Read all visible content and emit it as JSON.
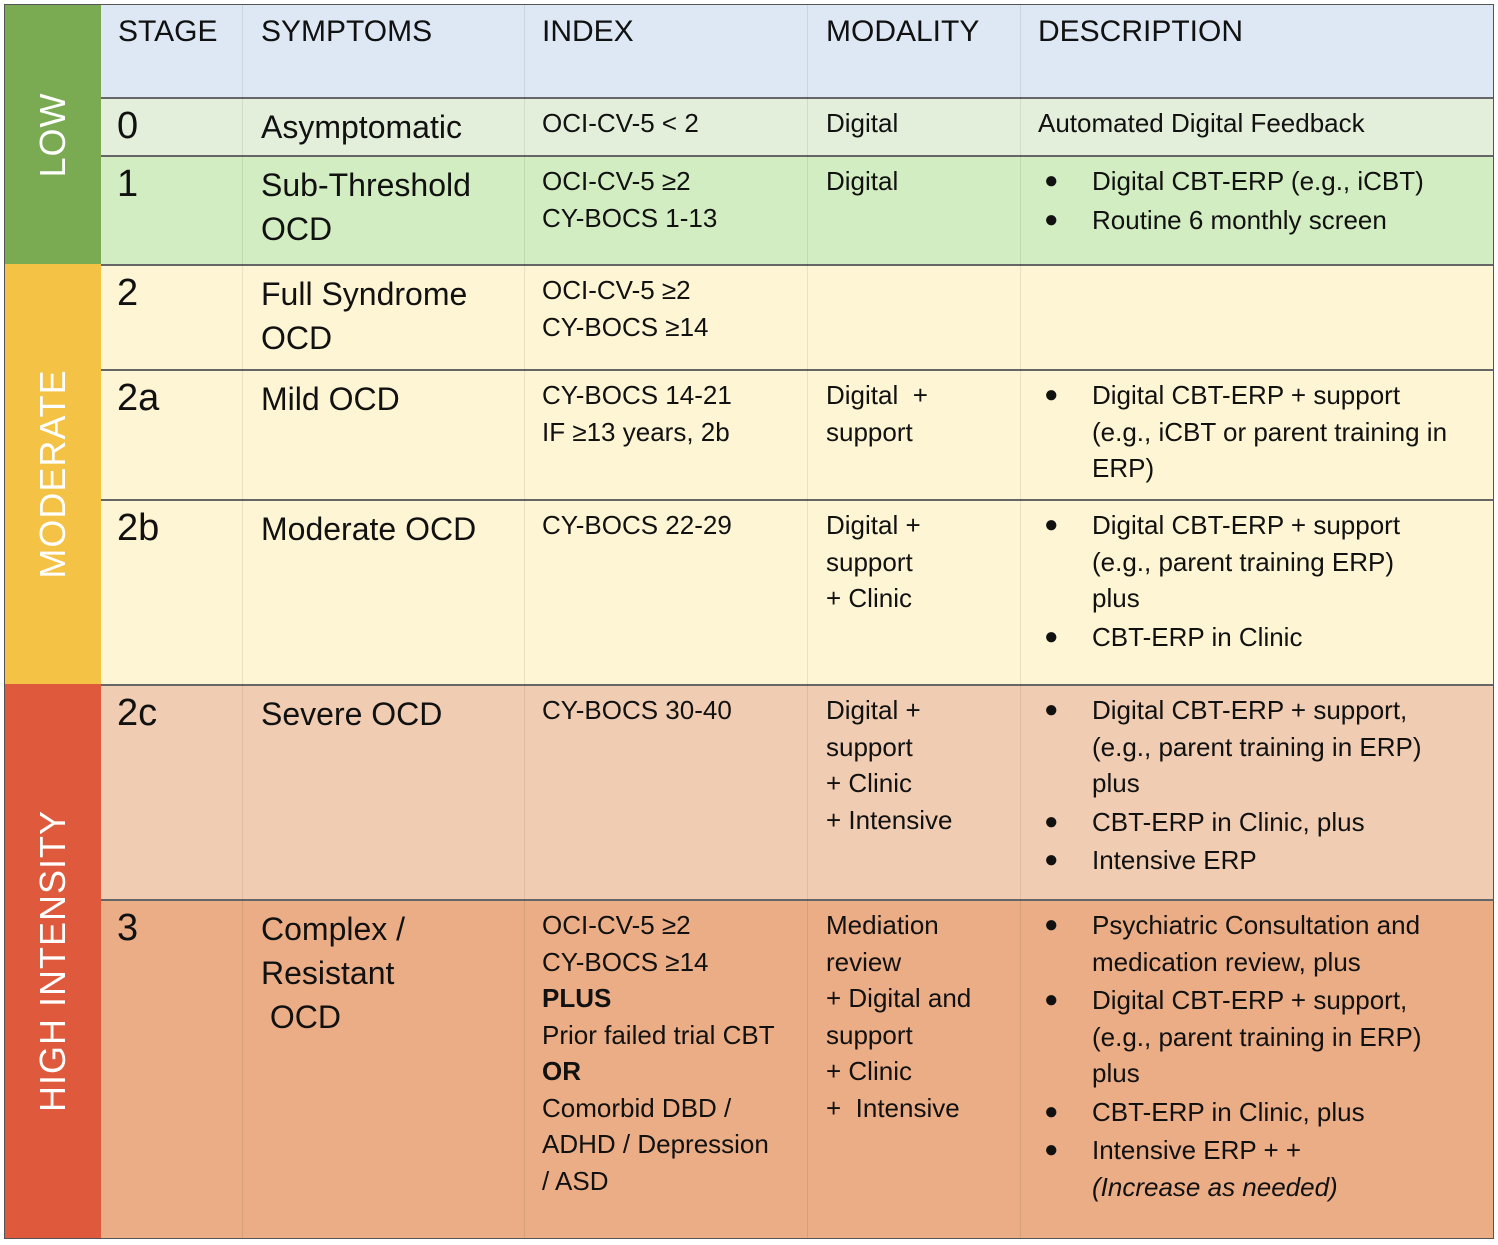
{
  "colors": {
    "header_bg": "#dde8f4",
    "low_band": "#7aab52",
    "moderate_band": "#f4c244",
    "high_band": "#df5a3c",
    "row0_bg": "#e3efda",
    "row1_bg": "#d2edc1",
    "moderate_rows_bg": "#fef5d4",
    "row2c_bg": "#f0cdb2",
    "row3_bg": "#ebad86"
  },
  "headers": {
    "stage": "STAGE",
    "symptoms": "SYMPTOMS",
    "index": "INDEX",
    "modality": "MODALITY",
    "description": "DESCRIPTION"
  },
  "bands": {
    "low": "LOW",
    "moderate": "MODERATE",
    "high": "HIGH INTENSITY"
  },
  "rows": [
    {
      "stage": "0",
      "symptoms": [
        "Asymptomatic"
      ],
      "index": [
        "OCI-CV-5 < 2"
      ],
      "modality": [
        "Digital"
      ],
      "description_plain": "Automated Digital Feedback"
    },
    {
      "stage": "1",
      "symptoms": [
        "Sub-Threshold",
        "OCD"
      ],
      "index": [
        "OCI-CV-5 ≥2",
        "CY-BOCS 1-13"
      ],
      "modality": [
        "Digital"
      ],
      "description": [
        [
          "Digital CBT-ERP (e.g., iCBT)"
        ],
        [
          "Routine 6 monthly screen"
        ]
      ]
    },
    {
      "stage": "2",
      "symptoms": [
        "Full Syndrome",
        "OCD"
      ],
      "index": [
        "OCI-CV-5 ≥2",
        "CY-BOCS ≥14"
      ]
    },
    {
      "stage": "2a",
      "symptoms": [
        "Mild OCD"
      ],
      "index": [
        "CY-BOCS 14-21",
        "IF ≥13 years, 2b"
      ],
      "modality": [
        "Digital  +",
        "support"
      ],
      "description": [
        [
          "Digital CBT-ERP + support",
          "(e.g., iCBT or parent training in",
          "ERP)"
        ]
      ]
    },
    {
      "stage": "2b",
      "symptoms": [
        "Moderate OCD"
      ],
      "index": [
        "CY-BOCS 22-29"
      ],
      "modality": [
        "Digital +",
        "support",
        "+ Clinic"
      ],
      "description": [
        [
          "Digital CBT-ERP + support",
          "(e.g., parent training ERP)",
          "plus"
        ],
        [
          "CBT-ERP in Clinic"
        ]
      ]
    },
    {
      "stage": "2c",
      "symptoms": [
        "Severe OCD"
      ],
      "index": [
        "CY-BOCS 30-40"
      ],
      "modality": [
        "Digital +",
        "support",
        "+ Clinic",
        "+ Intensive"
      ],
      "description": [
        [
          "Digital CBT-ERP + support,",
          "(e.g., parent training in ERP)",
          "plus"
        ],
        [
          "CBT-ERP in Clinic, plus"
        ],
        [
          "Intensive ERP"
        ]
      ]
    },
    {
      "stage": "3",
      "symptoms": [
        "Complex /",
        "Resistant",
        " OCD"
      ],
      "index": [
        "OCI-CV-5 ≥2",
        "CY-BOCS ≥14",
        "PLUS",
        "Prior failed trial CBT",
        "OR",
        "Comorbid DBD /",
        "ADHD / Depression",
        "/ ASD"
      ],
      "modality": [
        "Mediation",
        "review",
        "+ Digital and",
        "support",
        "+ Clinic",
        "+  Intensive"
      ],
      "description": [
        [
          "Psychiatric Consultation and",
          "medication review, plus"
        ],
        [
          "Digital CBT-ERP + support,",
          "(e.g., parent training in ERP)",
          "plus"
        ],
        [
          "CBT-ERP in Clinic, plus"
        ],
        [
          "Intensive ERP + +",
          "(Increase as needed)"
        ]
      ]
    }
  ]
}
